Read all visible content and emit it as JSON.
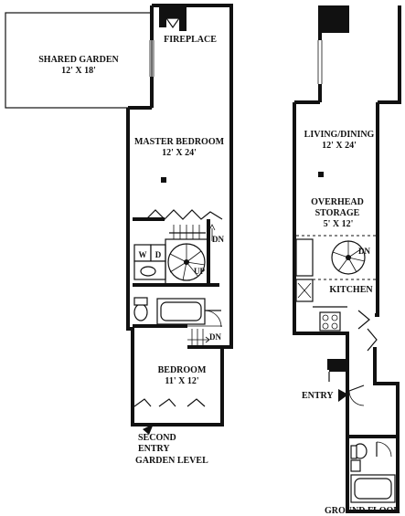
{
  "garden_level": {
    "shared_garden": {
      "name": "SHARED GARDEN",
      "size": "12' X 18'"
    },
    "fireplace": "FIREPLACE",
    "master_bedroom": {
      "name": "MASTER BEDROOM",
      "size": "12' X 24'"
    },
    "washer": "W",
    "dryer": "D",
    "stair_up": "UP",
    "stair_down_1": "DN",
    "stair_down_2": "DN",
    "bedroom": {
      "name": "BEDROOM",
      "size": "11' X 12'"
    },
    "second_entry": [
      "SECOND",
      "ENTRY"
    ],
    "level_label": "GARDEN LEVEL"
  },
  "ground_floor": {
    "living_dining": {
      "name": "LIVING/DINING",
      "size": "12' X 24'"
    },
    "overhead_storage": {
      "name": [
        "OVERHEAD",
        "STORAGE"
      ],
      "size": "5' X 12'"
    },
    "stair_down": "DN",
    "kitchen": "KITCHEN",
    "entry": "ENTRY",
    "level_label": "GROUND FLOOR"
  }
}
